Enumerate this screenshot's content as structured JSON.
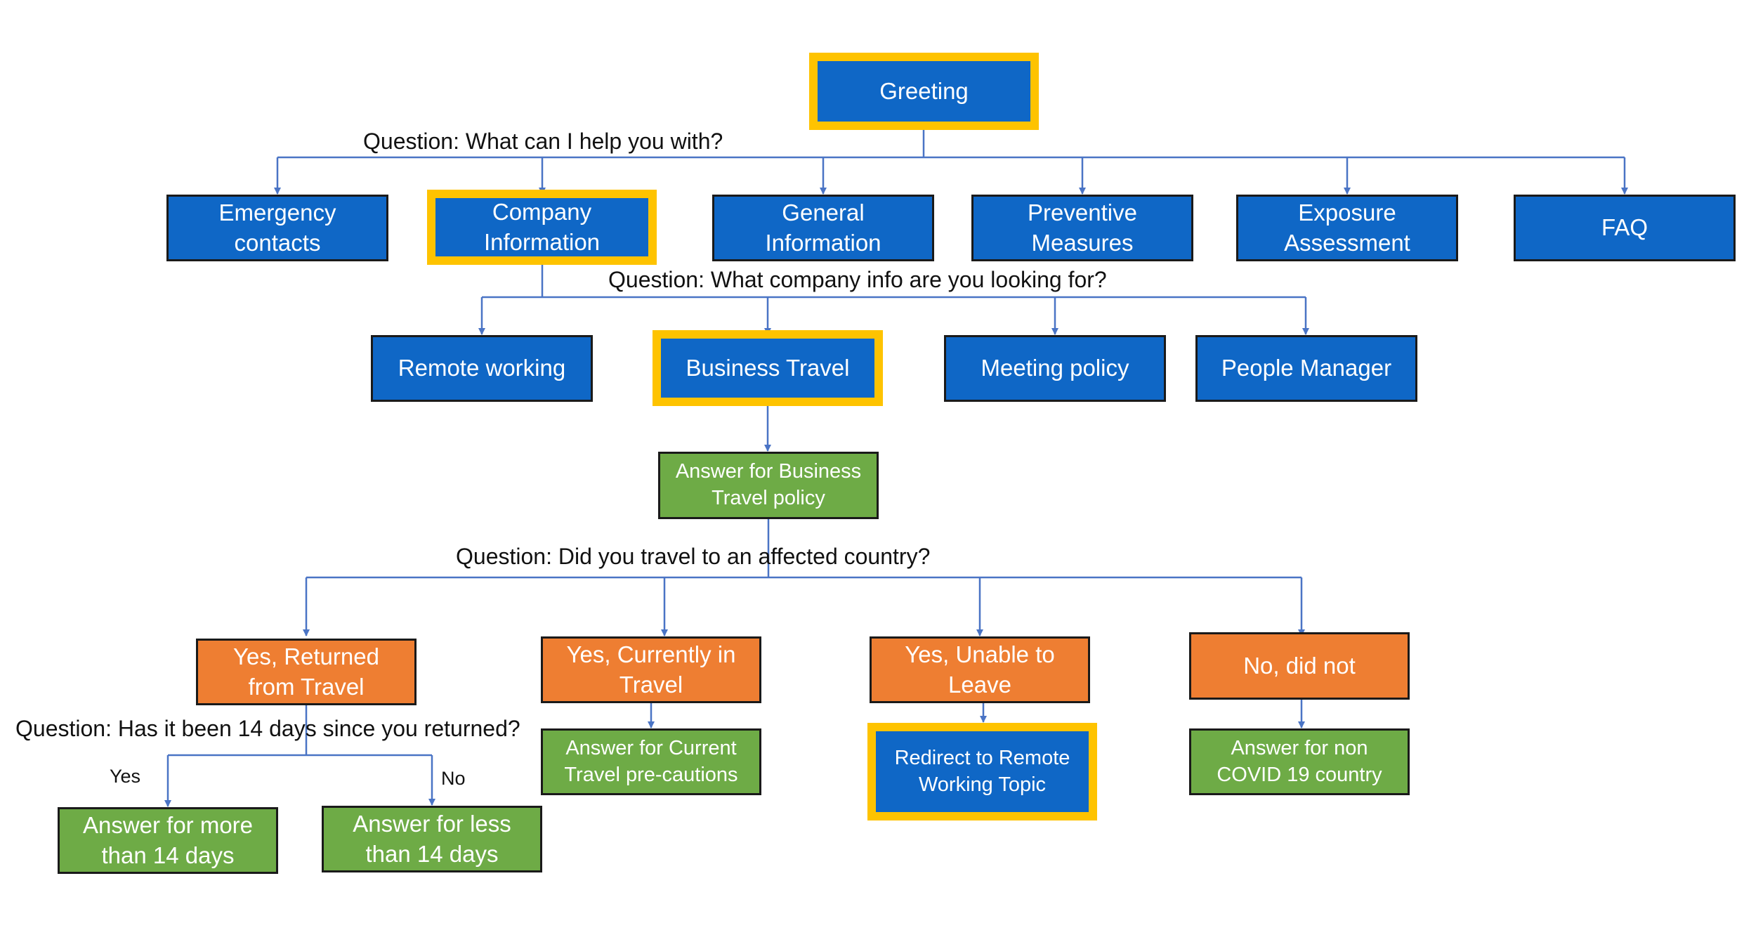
{
  "colors": {
    "blue": "#0f67c6",
    "orange": "#ee7e32",
    "green": "#6eab46",
    "highlight": "#fec300",
    "connector": "#4a74c5"
  },
  "nodes": {
    "greeting": "Greeting",
    "emergency": "Emergency\ncontacts",
    "company": "Company\nInformation",
    "general": "General\nInformation",
    "preventive": "Preventive\nMeasures",
    "exposure": "Exposure\nAssessment",
    "faq": "FAQ",
    "remote": "Remote working",
    "business": "Business Travel",
    "meeting": "Meeting policy",
    "people": "People Manager",
    "answer_business": "Answer for Business\nTravel policy",
    "yes_returned": "Yes, Returned\nfrom Travel",
    "yes_current": "Yes, Currently in\nTravel",
    "yes_unable": "Yes, Unable to\nLeave",
    "no_did_not": "No, did not",
    "answer_current": "Answer for Current\nTravel pre-cautions",
    "redirect": "Redirect to Remote\nWorking Topic",
    "answer_non_covid": "Answer for non\nCOVID 19 country",
    "answer_more": "Answer for more\nthan 14 days",
    "answer_less": "Answer for less\nthan 14 days"
  },
  "questions": {
    "q1": "Question: What can I help you with?",
    "q2": "Question: What company info are you looking for?",
    "q3": "Question: Did you travel to an affected country?",
    "q4": "Question: Has it been 14 days since you returned?"
  },
  "branch_labels": {
    "yes": "Yes",
    "no": "No"
  }
}
